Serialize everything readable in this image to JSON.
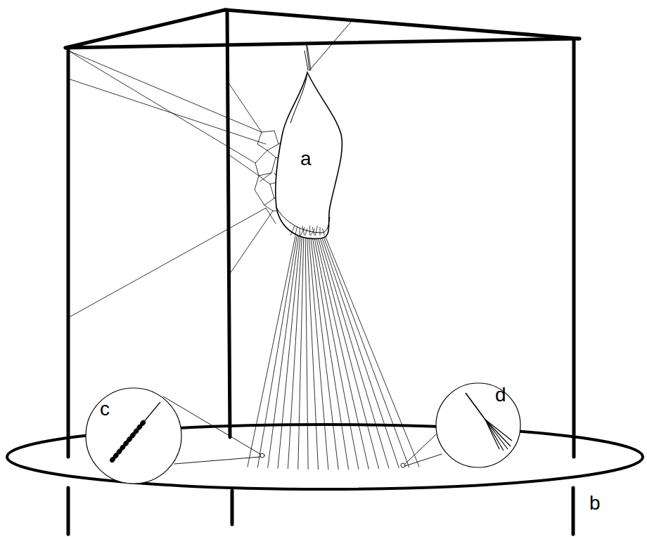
{
  "diagram": {
    "nodes": [
      {
        "text": [
          "a"
        ]
      },
      {
        "text": [
          "c"
        ]
      },
      {
        "text": [
          "d"
        ]
      }
    ],
    "labels": [
      "b"
    ]
  }
}
